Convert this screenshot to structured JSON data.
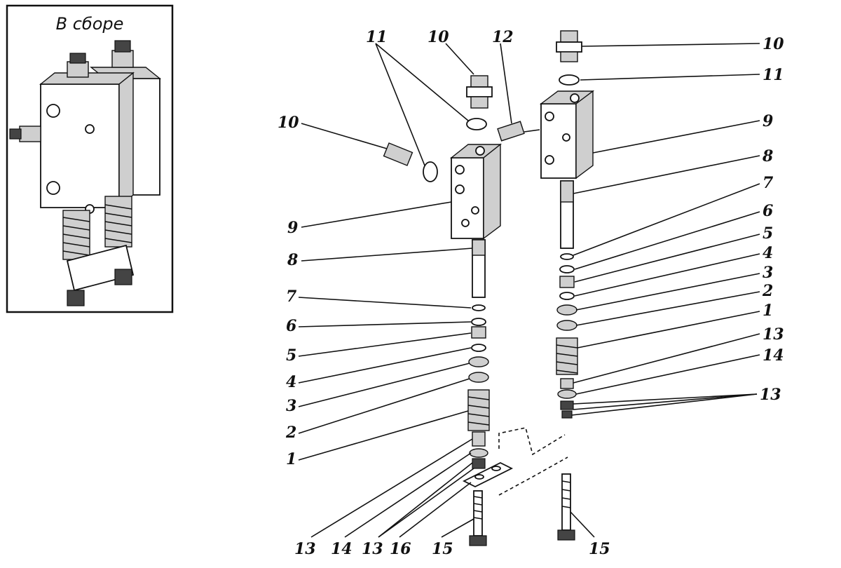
{
  "inset": {
    "title": "В сборе"
  },
  "callouts": {
    "left": {
      "c11": "11",
      "c10": "10",
      "c12": "12",
      "c10b": "10",
      "c9": "9",
      "c8": "8",
      "c7": "7",
      "c6": "6",
      "c5": "5",
      "c4": "4",
      "c3": "3",
      "c2": "2",
      "c1": "1",
      "c13a": "13",
      "c14": "14",
      "c13b": "13",
      "c16": "16",
      "c15": "15"
    },
    "right": {
      "c10": "10",
      "c11": "11",
      "c9": "9",
      "c8": "8",
      "c7": "7",
      "c6": "6",
      "c5": "5",
      "c4": "4",
      "c3": "3",
      "c2": "2",
      "c1": "1",
      "c13a": "13",
      "c14": "14",
      "c13b": "13",
      "c15": "15"
    }
  }
}
